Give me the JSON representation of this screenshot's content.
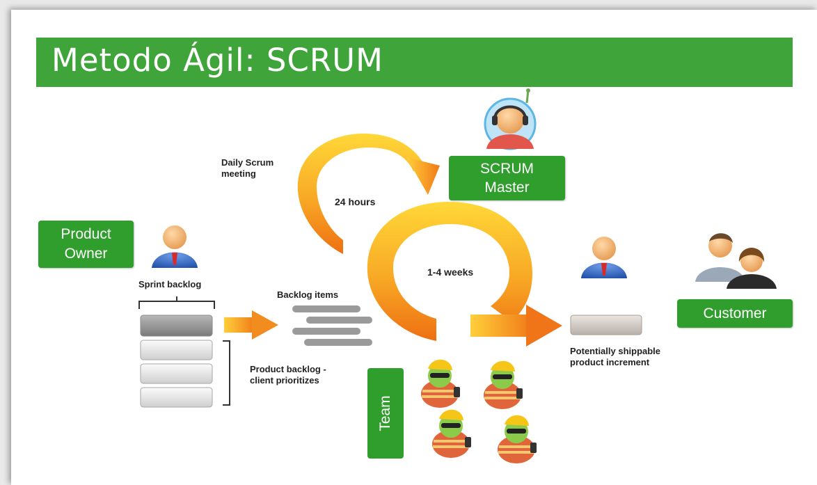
{
  "title": "Metodo Ágil: SCRUM",
  "roles": {
    "scrum_master_line1": "SCRUM",
    "scrum_master_line2": "Master",
    "product_owner_line1": "Product",
    "product_owner_line2": "Owner",
    "customer": "Customer",
    "team": "Team"
  },
  "labels": {
    "daily_scrum_line1": "Daily Scrum",
    "daily_scrum_line2": "meeting",
    "daily_cycle": "24 hours",
    "sprint_cycle": "1-4 weeks",
    "sprint_backlog": "Sprint backlog",
    "backlog_items": "Backlog items",
    "product_backlog_line1": "Product backlog -",
    "product_backlog_line2": "client prioritizes",
    "increment_line1": "Potentially shippable",
    "increment_line2": "product increment"
  },
  "colors": {
    "title_green": "#3fa53a",
    "box_green": "#2f9e2d",
    "cycle_orange": "#f28c1e",
    "cycle_yellow": "#ffd23a"
  },
  "icons": [
    "scrum-master-icon",
    "product-owner-icon",
    "manager-icon",
    "customer-icon",
    "team-member-icon"
  ]
}
